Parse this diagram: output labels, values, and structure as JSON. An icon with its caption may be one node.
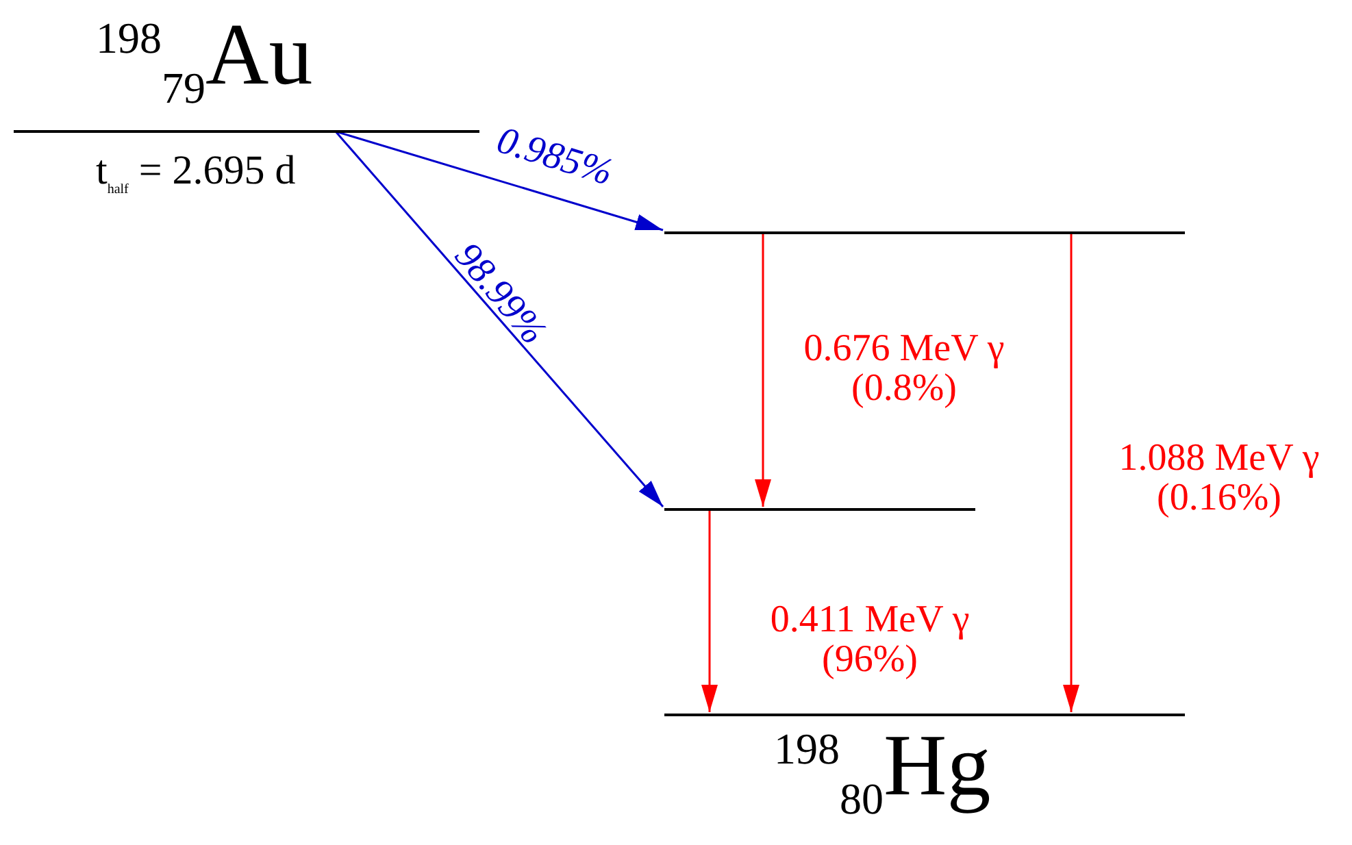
{
  "diagram": {
    "nodes": [
      {
        "text": [
          "$^{198}$$_{79}$Au"
        ],
        "beside": [
          "t$_{half}$ = 2.695 d"
        ]
      },
      {
        "text": [],
        "shape": "bar"
      },
      {
        "text": [],
        "shape": "bar"
      },
      {
        "text": [
          "$^{198}$$_{80}$Hg"
        ]
      }
    ],
    "edges": [
      {
        "from": 0,
        "to": 1,
        "arrow": "to",
        "label": "0.985%",
        "color": "#0000cc"
      },
      {
        "from": 0,
        "to": 2,
        "arrow": "to",
        "label": "98.99%",
        "color": "#0000cc"
      },
      {
        "from": 1,
        "to": 2,
        "arrow": "to",
        "label": "0.676 MeV γ (0.8%)",
        "color": "#ff0000"
      },
      {
        "from": 1,
        "to": 3,
        "arrow": "to",
        "label": "1.088 MeV γ (0.16%)",
        "color": "#ff0000"
      },
      {
        "from": 2,
        "to": 3,
        "arrow": "to",
        "label": "0.411 MeV γ (96%)",
        "color": "#ff0000"
      }
    ]
  }
}
